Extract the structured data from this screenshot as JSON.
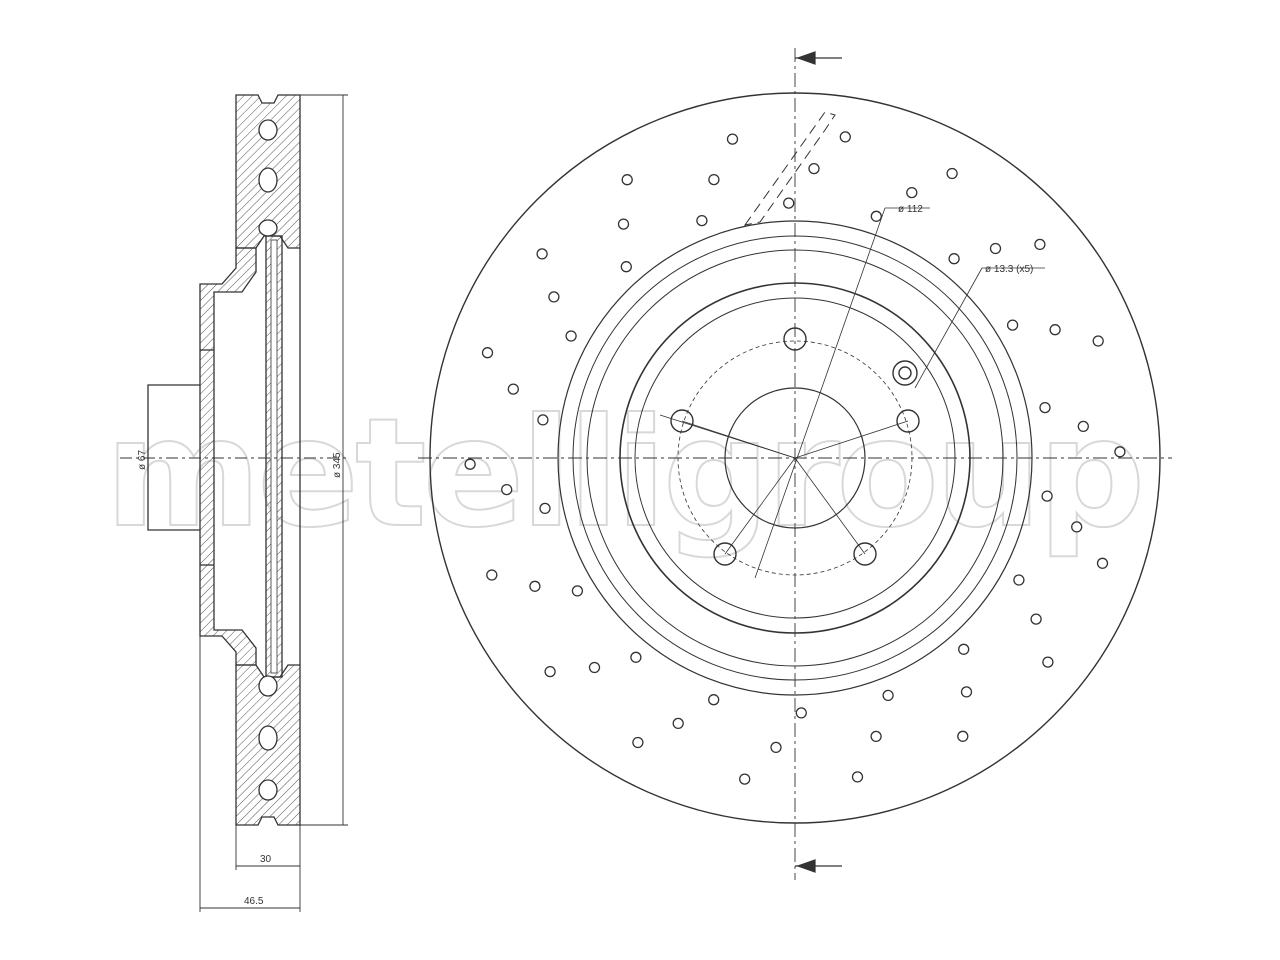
{
  "drawing": {
    "watermark": "metelligroup",
    "colors": {
      "line": "#333333",
      "hatch": "#555555",
      "watermark": "#d8d8d8",
      "background": "#ffffff"
    },
    "side_view": {
      "dimensions": {
        "height": "ø 345",
        "hub_diameter": "ø 67",
        "thickness": "30",
        "overall_height": "46.5"
      }
    },
    "front_view": {
      "dimensions": {
        "pcd": "ø 112",
        "bolt_hole": "ø 13.3 (x5)"
      }
    }
  }
}
